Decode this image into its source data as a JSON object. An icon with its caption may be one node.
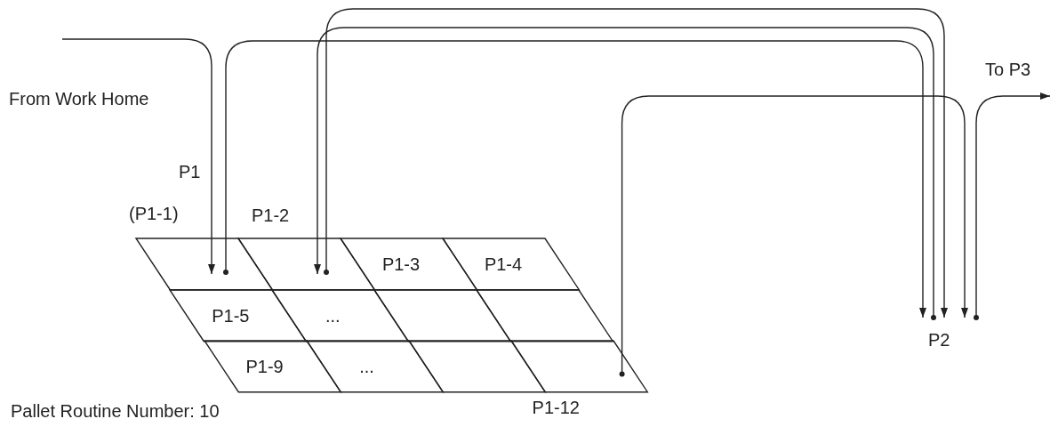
{
  "diagram": {
    "nodes": [
      {
        "text": [
          "From Work Home"
        ]
      },
      {
        "text": [
          "P1",
          "(P1-1)"
        ]
      },
      {
        "text": [
          "P1-2"
        ]
      },
      {
        "text": [
          "P1-3"
        ]
      },
      {
        "text": [
          "P1-4"
        ]
      },
      {
        "text": [
          "P1-5"
        ]
      },
      {
        "text": [
          "..."
        ]
      },
      {
        "text": [],
        "shape": "parallelogram"
      },
      {
        "text": [],
        "shape": "parallelogram"
      },
      {
        "text": [
          "P1-9"
        ]
      },
      {
        "text": [
          "..."
        ]
      },
      {
        "text": [],
        "shape": "parallelogram"
      },
      {
        "text": [],
        "shape": "parallelogram",
        "beside": [
          "P1-12"
        ]
      },
      {
        "text": [
          "P2"
        ]
      },
      {
        "text": [
          "To P3"
        ]
      }
    ],
    "edges": [
      {
        "from": 0,
        "to": 1,
        "arrow": "to"
      },
      {
        "from": 1,
        "to": 13,
        "arrow": "to"
      },
      {
        "from": 2,
        "to": 13,
        "arrow": "to"
      },
      {
        "from": 13,
        "to": 2,
        "arrow": "to"
      },
      {
        "from": 12,
        "to": 13,
        "arrow": "to"
      },
      {
        "from": 13,
        "to": 14,
        "arrow": "to"
      }
    ],
    "labels": [
      "Pallet Routine Number: 10"
    ]
  }
}
